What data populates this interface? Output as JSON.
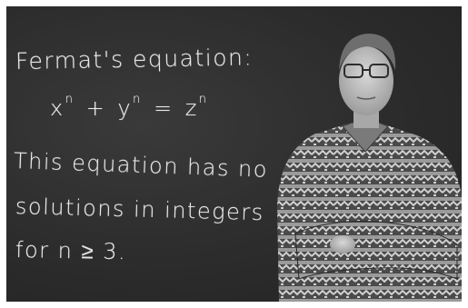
{
  "chalkboard": {
    "line1": "Fermat's equation:",
    "eq_x": "x",
    "eq_plus": "+",
    "eq_y": "y",
    "eq_equals": "=",
    "eq_z": "z",
    "eq_exp": "n",
    "line3": "This equation has no",
    "line4": "solutions in integers",
    "line5": "for n ≥ 3."
  },
  "colors": {
    "board": "#2c2c2c",
    "chalk": "#e9e9e9",
    "sweater_dark": "#3a3a3a",
    "sweater_light": "#bdbdbd"
  }
}
